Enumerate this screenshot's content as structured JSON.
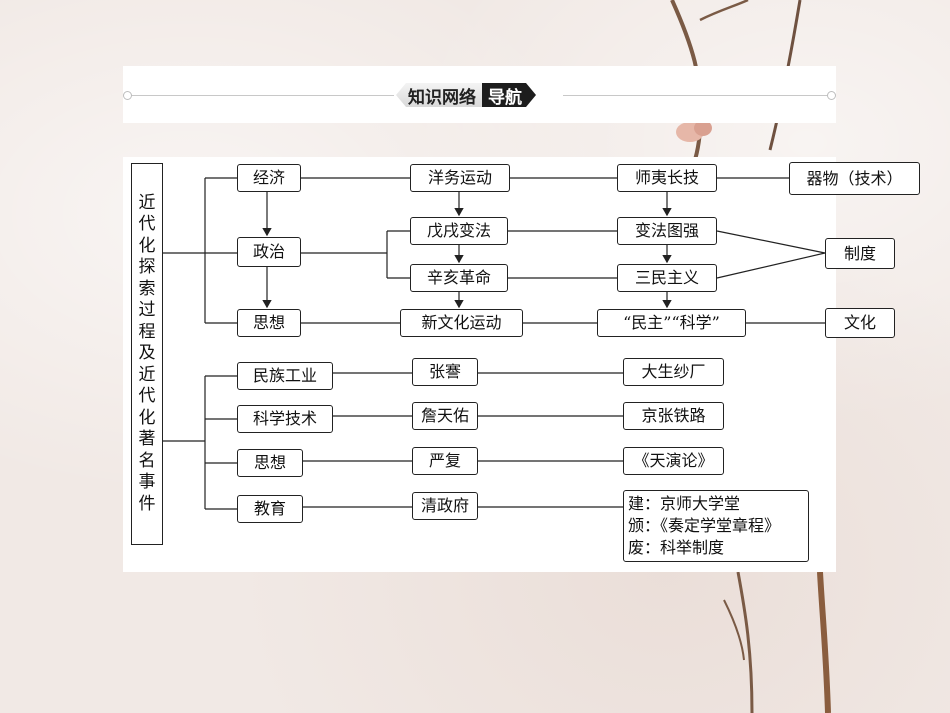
{
  "header": {
    "title_part1": "知识网络",
    "title_part2": "导航"
  },
  "diagram": {
    "root_title": "近代化探索过程及近代化著名事件",
    "nodes": {
      "economy": "经济",
      "politics": "政治",
      "thought": "思想",
      "westernization": "洋务运动",
      "wuxu_reform": "戊戌变法",
      "xinhai_revolution": "辛亥革命",
      "new_culture": "新文化运动",
      "learn_from_west": "师夷长技",
      "reform_strong": "变法图强",
      "three_principles": "三民主义",
      "democracy_science": "“民主”“科学”",
      "artifacts": "器物（技术）",
      "institution": "制度",
      "culture": "文化",
      "national_industry": "民族工业",
      "zhang_jian": "张謇",
      "dasheng_mill": "大生纱厂",
      "science_tech": "科学技术",
      "zhan_tianyou": "詹天佑",
      "jingzhang_railway": "京张铁路",
      "thought2": "思想",
      "yan_fu": "严复",
      "tianyanlun": "《天演论》",
      "education": "教育",
      "qing_gov": "清政府",
      "edu_line1": "建：京师大学堂",
      "edu_line2": "颁：《奏定学堂章程》",
      "edu_line3": "废：科举制度"
    }
  }
}
